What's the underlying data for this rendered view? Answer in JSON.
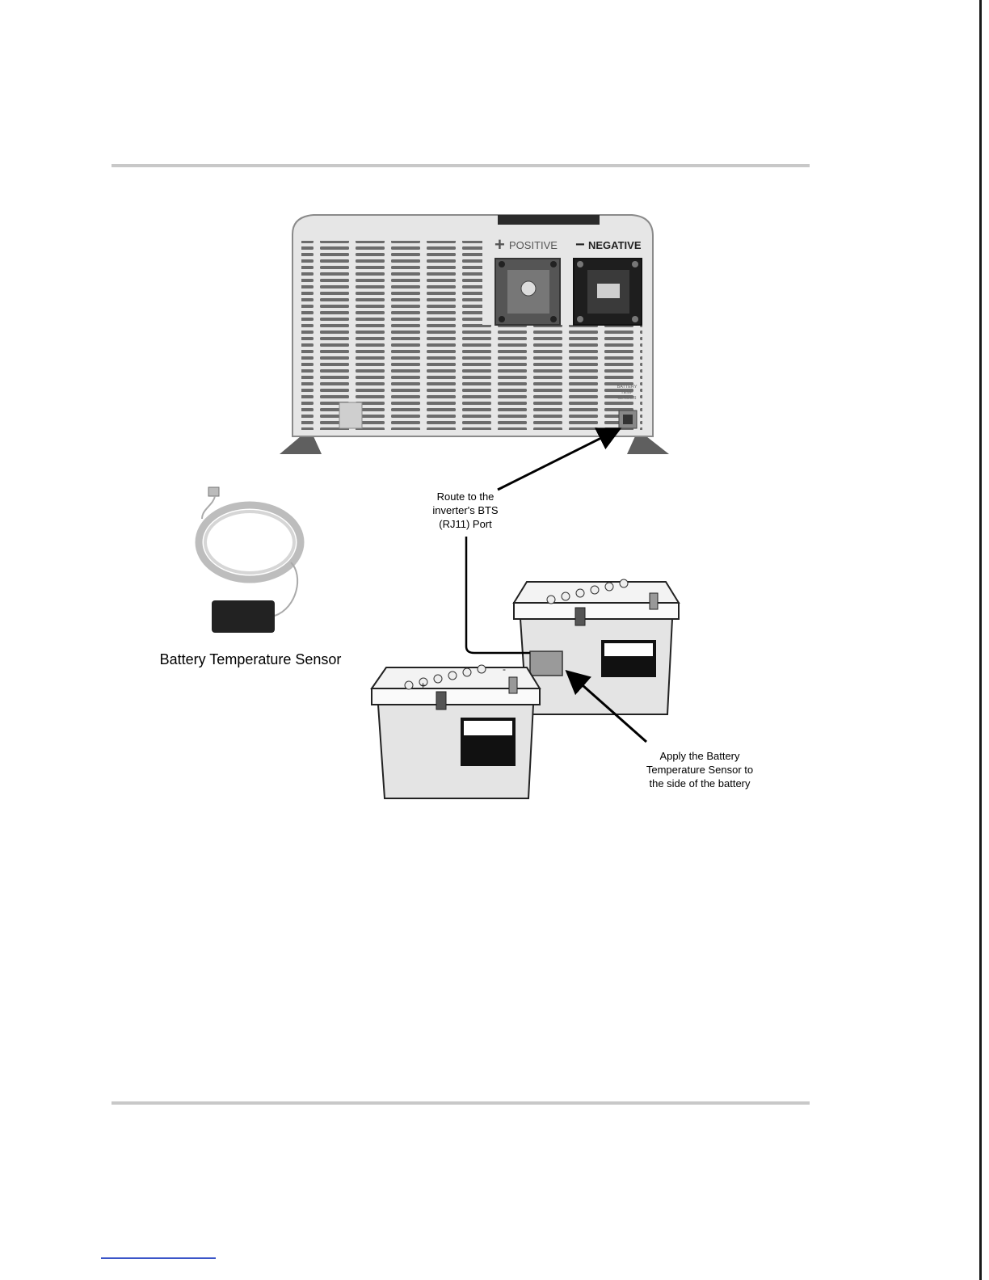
{
  "inverter": {
    "positive_label": "POSITIVE",
    "negative_label": "NEGATIVE",
    "bts_port_label": [
      "BATTERY",
      "TEMP",
      "SENSOR"
    ]
  },
  "sensor": {
    "caption": "Battery Temperature Sensor"
  },
  "callouts": {
    "route": [
      "Route to the",
      "inverter's BTS",
      "(RJ11) Port"
    ],
    "apply": [
      "Apply the Battery",
      "Temperature Sensor to",
      "the side of the battery"
    ]
  },
  "battery_terminals": {
    "plus": "+",
    "minus": "-"
  }
}
